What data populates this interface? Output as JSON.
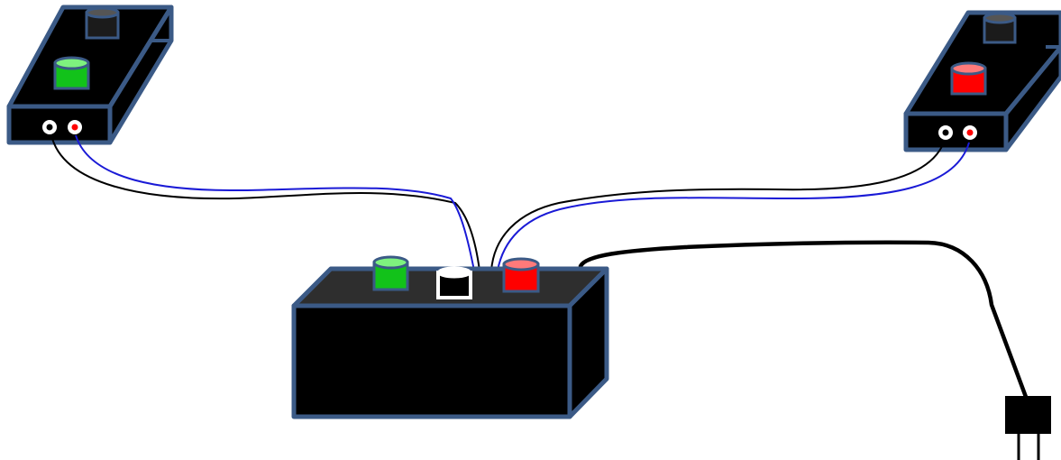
{
  "colors": {
    "background": "#ffffff",
    "box_fill": "#000000",
    "box_top": "#2e2e2e",
    "outline": "#3b5a86",
    "wire_black": "#000000",
    "wire_blue": "#1a1ad6",
    "jack_white": "#ffffff",
    "jack_red": "#ff0000",
    "button_green": "#12c21a",
    "button_green_top": "#7ef27e",
    "button_red": "#ff0000",
    "button_red_top": "#ff7a7a",
    "button_grey": "#1b1b1b",
    "button_white": "#ffffff"
  },
  "devices": {
    "left_handset": {
      "buttons": [
        "grey",
        "green"
      ],
      "jacks": [
        "white",
        "red"
      ]
    },
    "right_handset": {
      "buttons": [
        "grey",
        "red"
      ],
      "jacks": [
        "white",
        "red"
      ]
    },
    "base_unit": {
      "buttons": [
        "green",
        "white",
        "red"
      ]
    },
    "power_plug": {
      "prongs": 2
    }
  },
  "icons": {
    "base": "box-icon",
    "handset": "box-icon",
    "plug": "plug-icon"
  }
}
